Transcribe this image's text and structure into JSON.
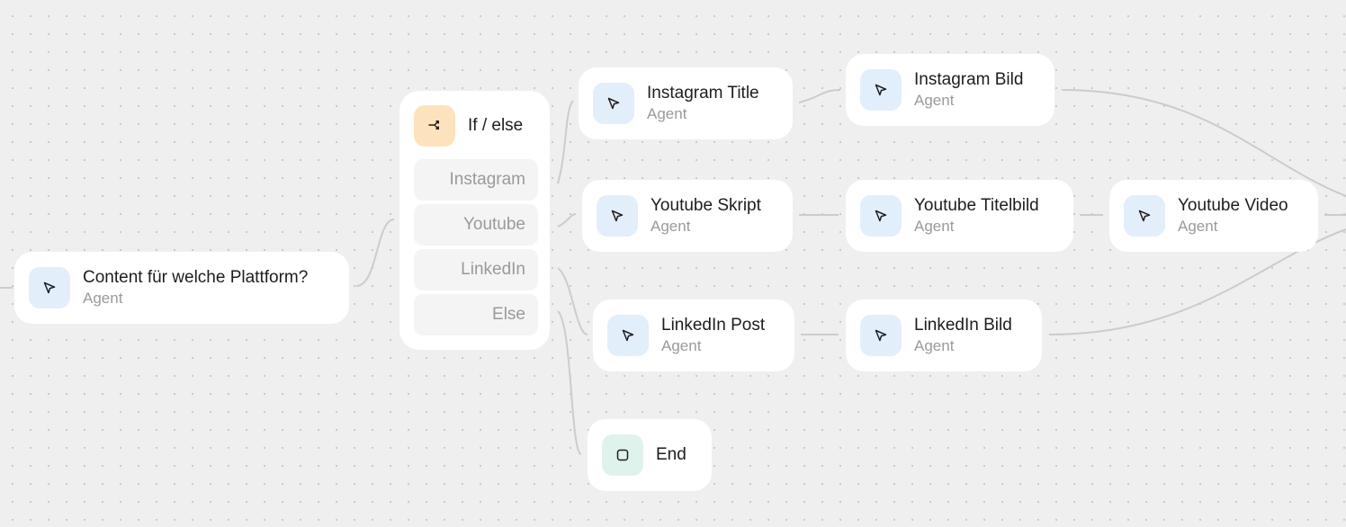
{
  "nodes": {
    "content": {
      "title": "Content für welche Plattform?",
      "subtitle": "Agent",
      "icon": "cursor-arrow-icon"
    },
    "instagram_title": {
      "title": "Instagram Title",
      "subtitle": "Agent",
      "icon": "cursor-arrow-icon"
    },
    "instagram_bild": {
      "title": "Instagram Bild",
      "subtitle": "Agent",
      "icon": "cursor-arrow-icon"
    },
    "youtube_skript": {
      "title": "Youtube Skript",
      "subtitle": "Agent",
      "icon": "cursor-arrow-icon"
    },
    "youtube_titelbild": {
      "title": "Youtube Titelbild",
      "subtitle": "Agent",
      "icon": "cursor-arrow-icon"
    },
    "youtube_video": {
      "title": "Youtube Video",
      "subtitle": "Agent",
      "icon": "cursor-arrow-icon"
    },
    "linkedin_post": {
      "title": "LinkedIn Post",
      "subtitle": "Agent",
      "icon": "cursor-arrow-icon"
    },
    "linkedin_bild": {
      "title": "LinkedIn Bild",
      "subtitle": "Agent",
      "icon": "cursor-arrow-icon"
    },
    "end": {
      "title": "End",
      "icon": "stop-square-icon"
    }
  },
  "ifelse": {
    "title": "If / else",
    "icon": "branch-icon",
    "branches": [
      "Instagram",
      "Youtube",
      "LinkedIn",
      "Else"
    ]
  },
  "colors": {
    "canvas": "#efefef",
    "agent_icon_bg": "#e3eefb",
    "ifelse_icon_bg": "#fde3bd",
    "end_icon_bg": "#dff3ec",
    "edge": "#cccccc"
  }
}
